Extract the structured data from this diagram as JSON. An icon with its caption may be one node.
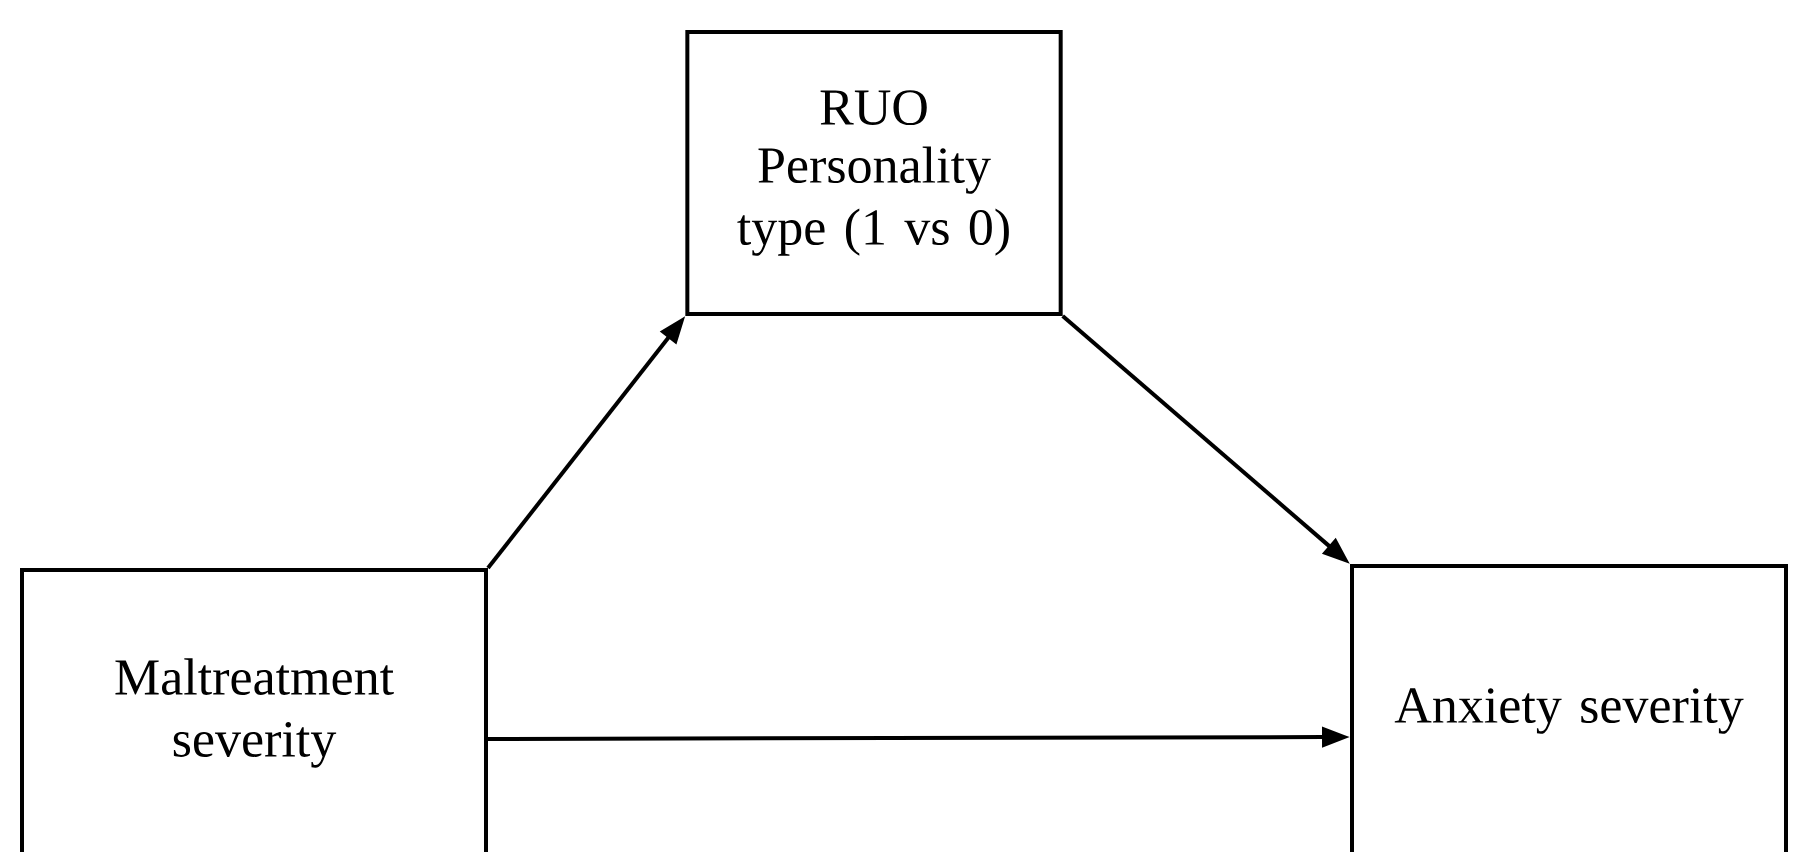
{
  "diagram": {
    "nodes": [
      {
        "text": [
          "RUO",
          "Personality type (1 vs 0)"
        ]
      },
      {
        "text": [
          "Maltreatment severity"
        ]
      },
      {
        "text": [
          "Anxiety severity"
        ]
      }
    ],
    "edges": [
      {
        "from": 1,
        "to": 0,
        "arrow": "to"
      },
      {
        "from": 0,
        "to": 2,
        "arrow": "to"
      },
      {
        "from": 1,
        "to": 2,
        "arrow": "to"
      }
    ]
  }
}
